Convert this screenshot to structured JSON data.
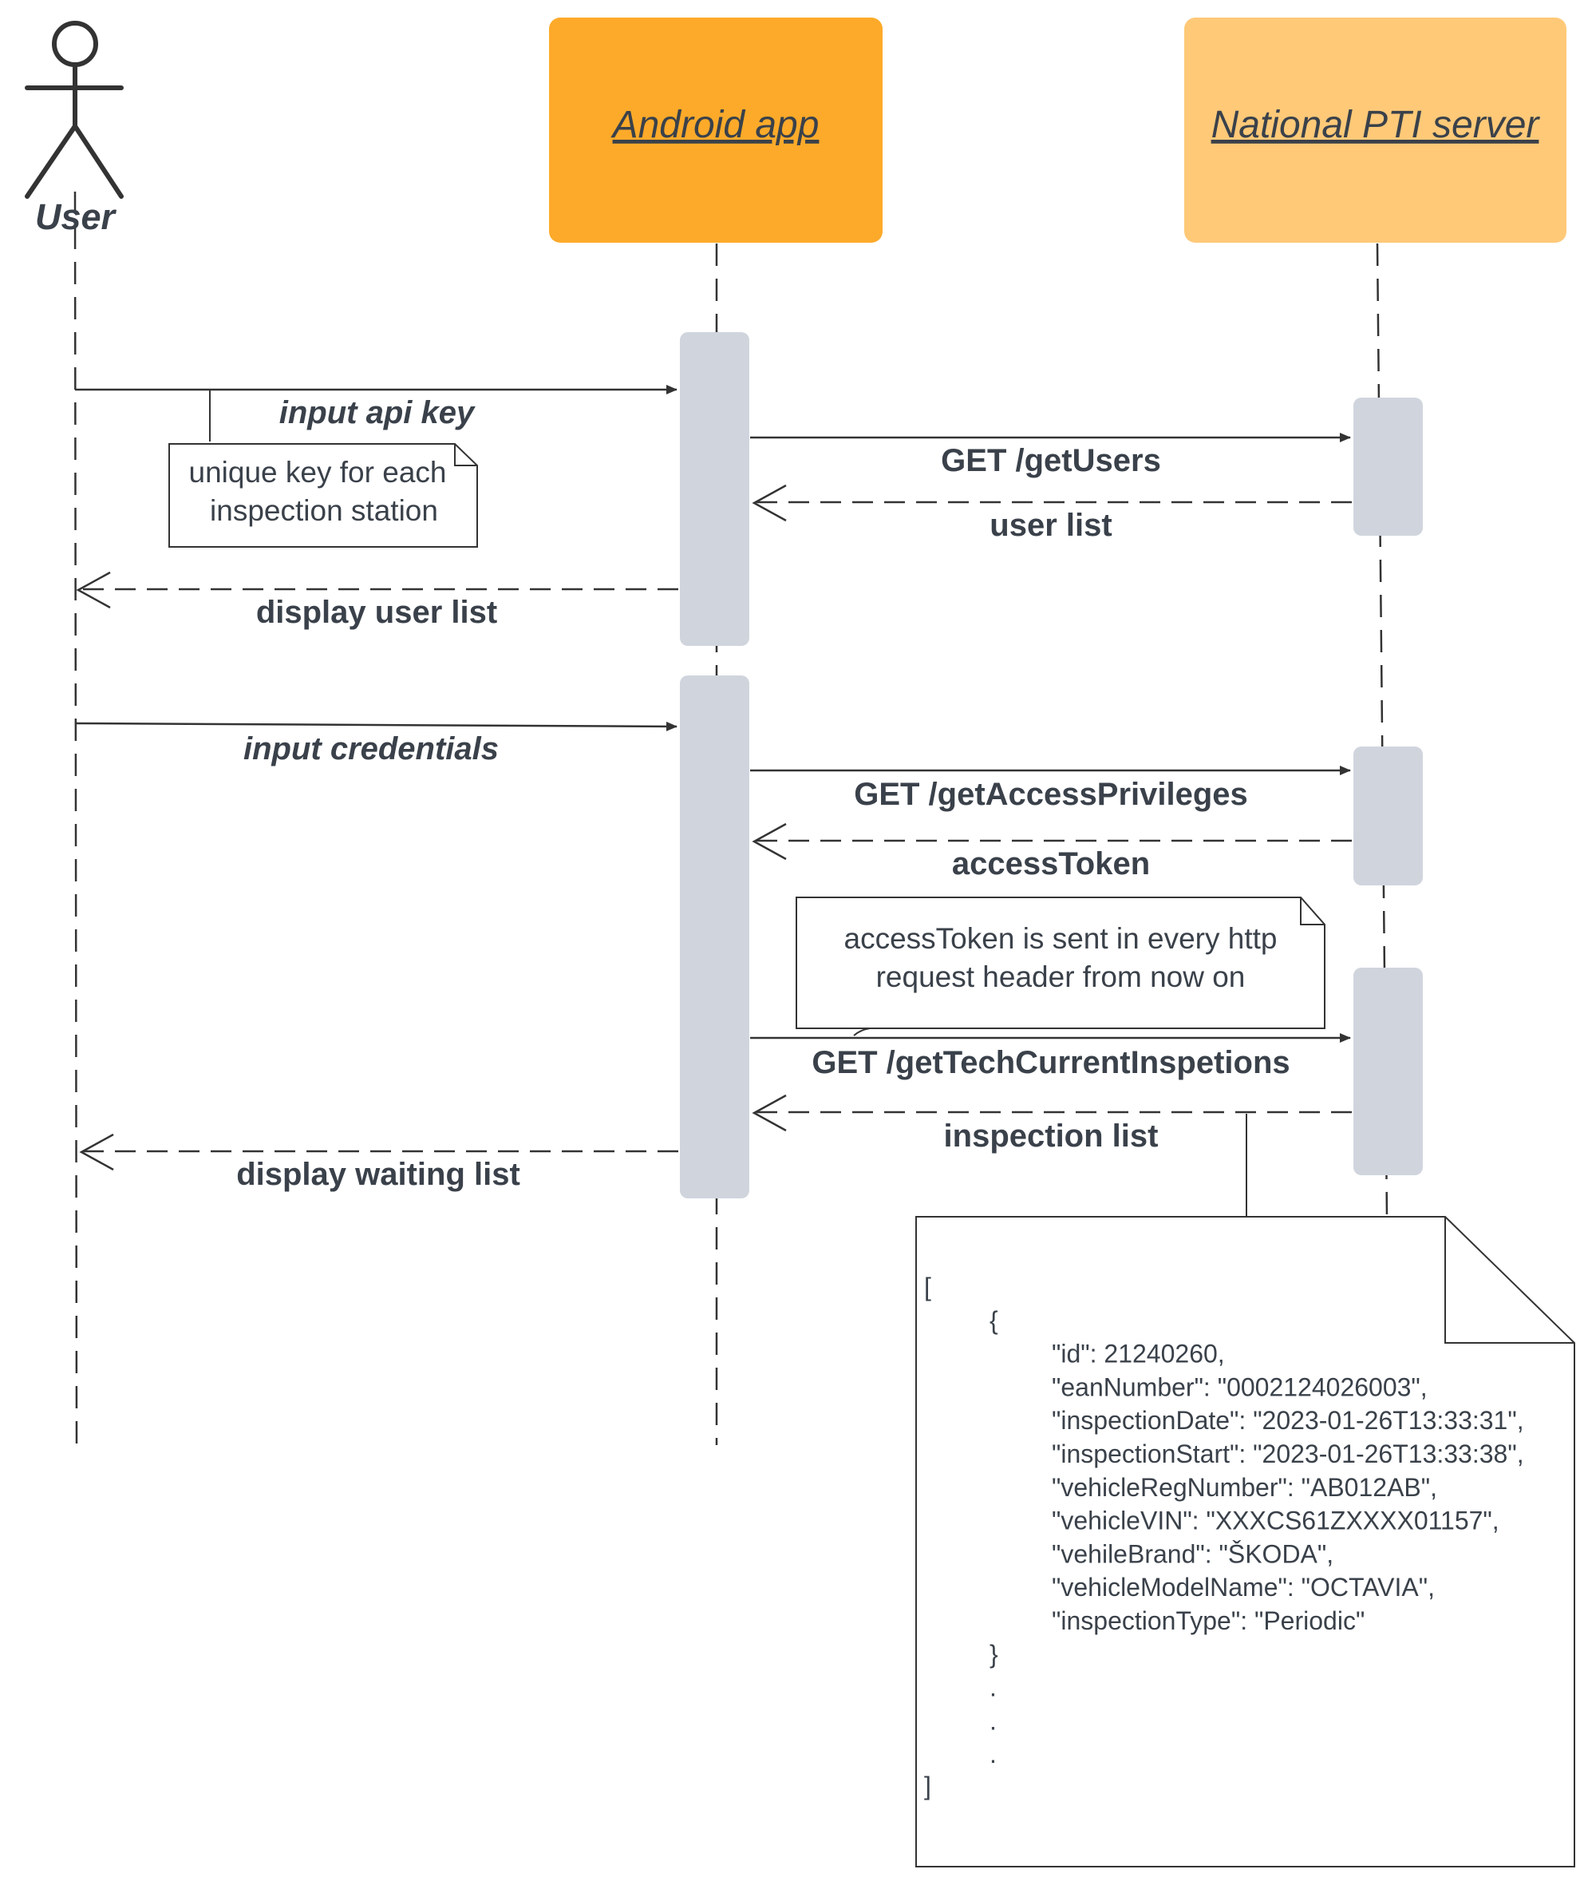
{
  "actors": {
    "user": "User",
    "android": "Android app",
    "server": "National PTI server"
  },
  "colors": {
    "android_box": "#FDAA2A",
    "server_box": "#FFC978",
    "activation": "#D0D5DD",
    "line": "#333333",
    "label_text": "#3A414A"
  },
  "messages": {
    "input_api_key": "input api key",
    "get_users": "GET /getUsers",
    "user_list": "user list",
    "display_user_list": "display user list",
    "input_credentials": "input credentials",
    "get_access_privileges": "GET /getAccessPrivileges",
    "access_token": "accessToken",
    "get_tech_current_inspections": "GET /getTechCurrentInspetions",
    "inspection_list": "inspection list",
    "display_waiting_list": "display waiting list"
  },
  "notes": {
    "api_key_line1": "unique key for each",
    "api_key_line2": "inspection station",
    "token_line1": "accessToken is sent in every http",
    "token_line2": "request header from now on",
    "json_lines": [
      "[",
      "{",
      "\"id\": 21240260,",
      "\"eanNumber\": \"0002124026003\",",
      "\"inspectionDate\": \"2023-01-26T13:33:31\",",
      "\"inspectionStart\": \"2023-01-26T13:33:38\",",
      "\"vehicleRegNumber\": \"AB012AB\",",
      "\"vehicleVIN\": \"XXXCS61ZXXXX01157\",",
      "\"vehileBrand\": \"ŠKODA\",",
      "\"vehicleModelName\": \"OCTAVIA\",",
      "\"inspectionType\": \"Periodic\"",
      "}",
      ".",
      ".",
      ".",
      "]"
    ]
  }
}
